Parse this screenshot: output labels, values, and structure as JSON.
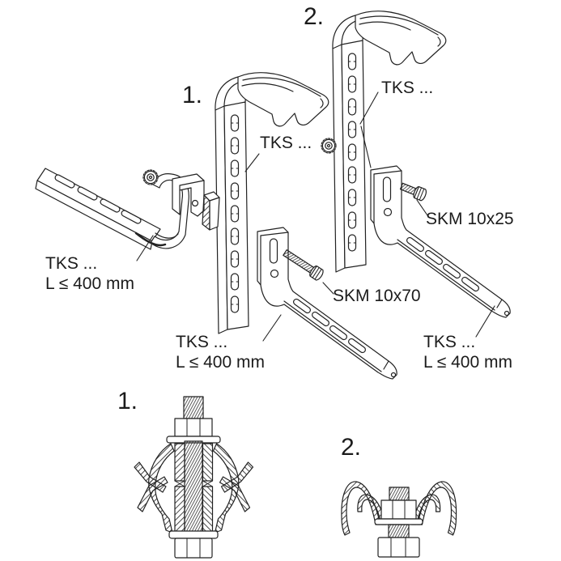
{
  "figure": {
    "background_color": "#ffffff",
    "line_color": "#222222",
    "kind": "exploded-assembly-illustration"
  },
  "callouts": {
    "step1_number": "1.",
    "step2_number": "2.",
    "assembly1": {
      "channel_label": "TKS ...",
      "bolt_label": "SKM 10x70",
      "arm_label_line1": "TKS ...",
      "arm_label_line2": "L ≤ 400 mm"
    },
    "assembly2": {
      "channel_label": "TKS ...",
      "bolt_label": "SKM 10x25",
      "arm_label_line1": "TKS ...",
      "arm_label_line2": "L ≤ 400 mm"
    },
    "left_rail": {
      "label_line1": "TKS ...",
      "label_line2": "L ≤ 400 mm"
    },
    "detail1_number": "1.",
    "detail2_number": "2."
  }
}
